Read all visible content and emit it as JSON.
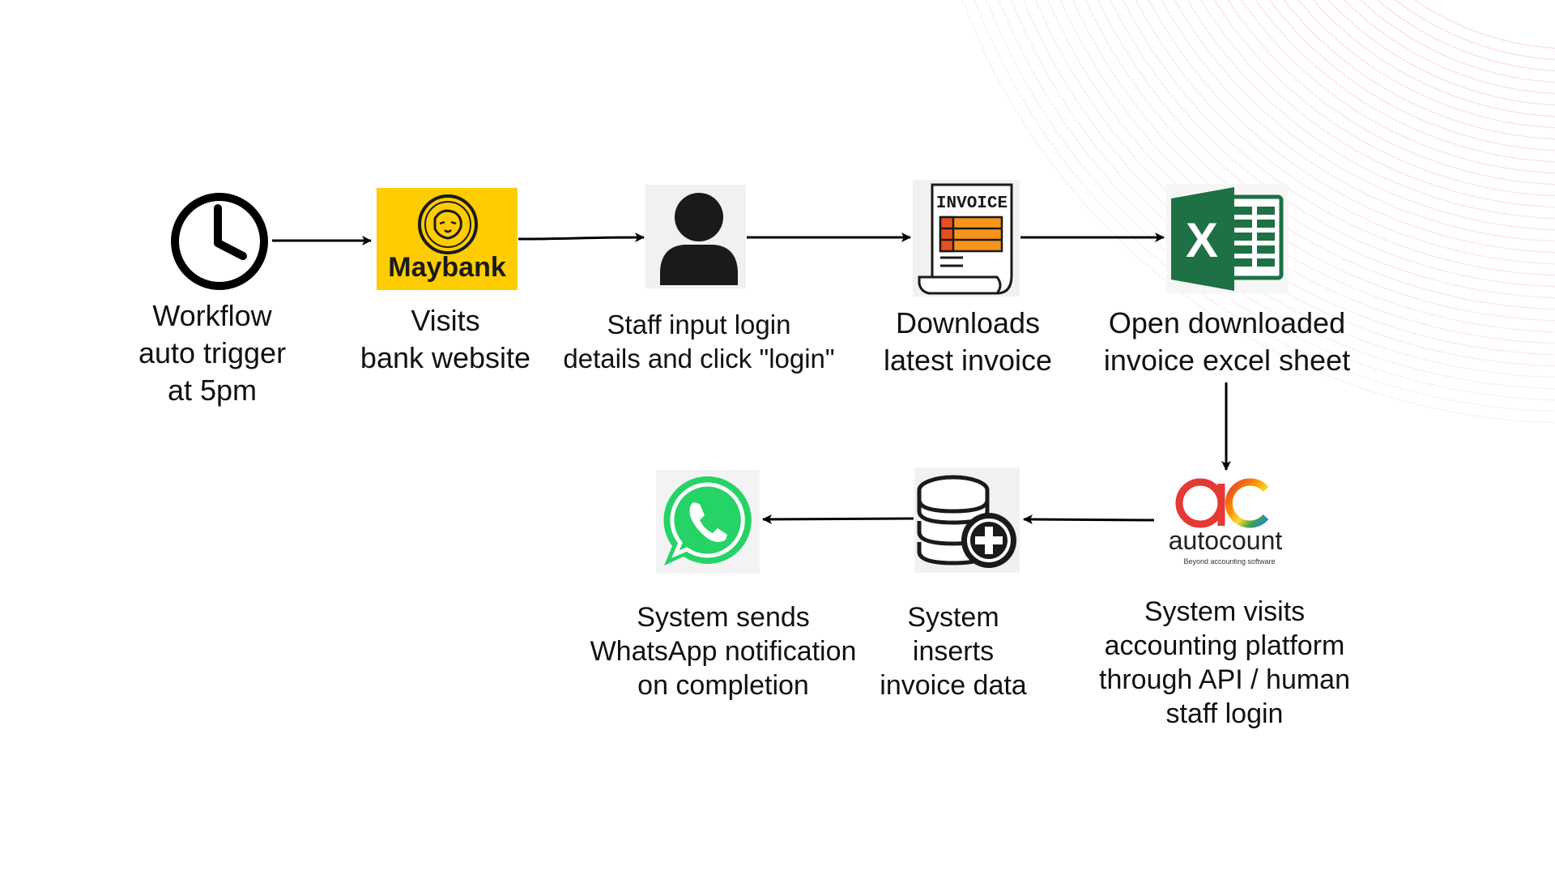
{
  "colors": {
    "maybank_yellow": "#FFCC00",
    "excel_green": "#1E7145",
    "whatsapp_green": "#25D366",
    "arc_line": "#F4C2CC",
    "invoice_orange": "#F7941D"
  },
  "steps": [
    {
      "icon": "clock-icon",
      "lines": [
        "Workflow",
        "auto trigger",
        "at 5pm"
      ]
    },
    {
      "icon": "maybank-logo",
      "logo_text": "Maybank",
      "lines": [
        "Visits",
        "bank website"
      ]
    },
    {
      "icon": "user-icon",
      "lines": [
        "Staff input login",
        "details and click \"login\""
      ]
    },
    {
      "icon": "invoice-icon",
      "badge": "INVOICE",
      "lines": [
        "Downloads",
        "latest invoice"
      ]
    },
    {
      "icon": "excel-icon",
      "badge": "X",
      "lines": [
        "Open downloaded",
        "invoice excel sheet"
      ]
    },
    {
      "icon": "autocount-logo",
      "logo_text": "autocount",
      "logo_tagline": "Beyond accounting software",
      "lines": [
        "System visits",
        "accounting platform",
        "through API / human",
        "staff login"
      ]
    },
    {
      "icon": "database-add-icon",
      "lines": [
        "System",
        "inserts",
        "invoice data"
      ]
    },
    {
      "icon": "whatsapp-icon",
      "lines": [
        "System sends",
        "WhatsApp notification",
        "on completion"
      ]
    }
  ]
}
